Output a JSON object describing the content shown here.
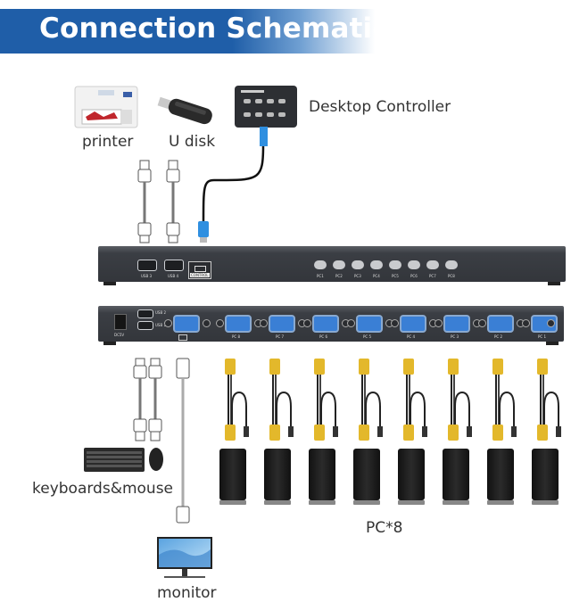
{
  "header": {
    "title": "Connection Schematic"
  },
  "devices": {
    "printer": {
      "label": "printer",
      "icon": "printer-icon"
    },
    "udisk": {
      "label": "U disk",
      "icon": "usb-drive-icon"
    },
    "controller": {
      "label": "Desktop Controller",
      "icon": "desktop-controller-icon"
    },
    "keyboard_mouse": {
      "label": "keyboards&mouse",
      "icon": "keyboard-mouse-icon"
    },
    "monitor": {
      "label": "monitor",
      "icon": "monitor-icon"
    },
    "pcs": {
      "label": "PC*8",
      "count": 8,
      "icon": "pc-tower-icon"
    }
  },
  "kvm_front": {
    "ports": [
      "USB 3",
      "USB 4",
      "CONTROL"
    ],
    "buttons": [
      "PC1",
      "PC2",
      "PC3",
      "PC4",
      "PC5",
      "PC6",
      "PC7",
      "PC8"
    ]
  },
  "kvm_rear": {
    "power": "DC5V",
    "usb": [
      "USB 2",
      "USB 1"
    ],
    "monitor_port": "monitor",
    "vga_ports": [
      "PC 8",
      "PC 7",
      "PC 6",
      "PC 5",
      "PC 4",
      "PC 3",
      "PC 2",
      "PC 1"
    ]
  },
  "colors": {
    "banner": "#1f5ea8",
    "vga_connector": "#e3b82b",
    "vga_port": "#3a7fd5",
    "usb_b": "#2f8fe0",
    "chassis": "#3b3e44"
  }
}
